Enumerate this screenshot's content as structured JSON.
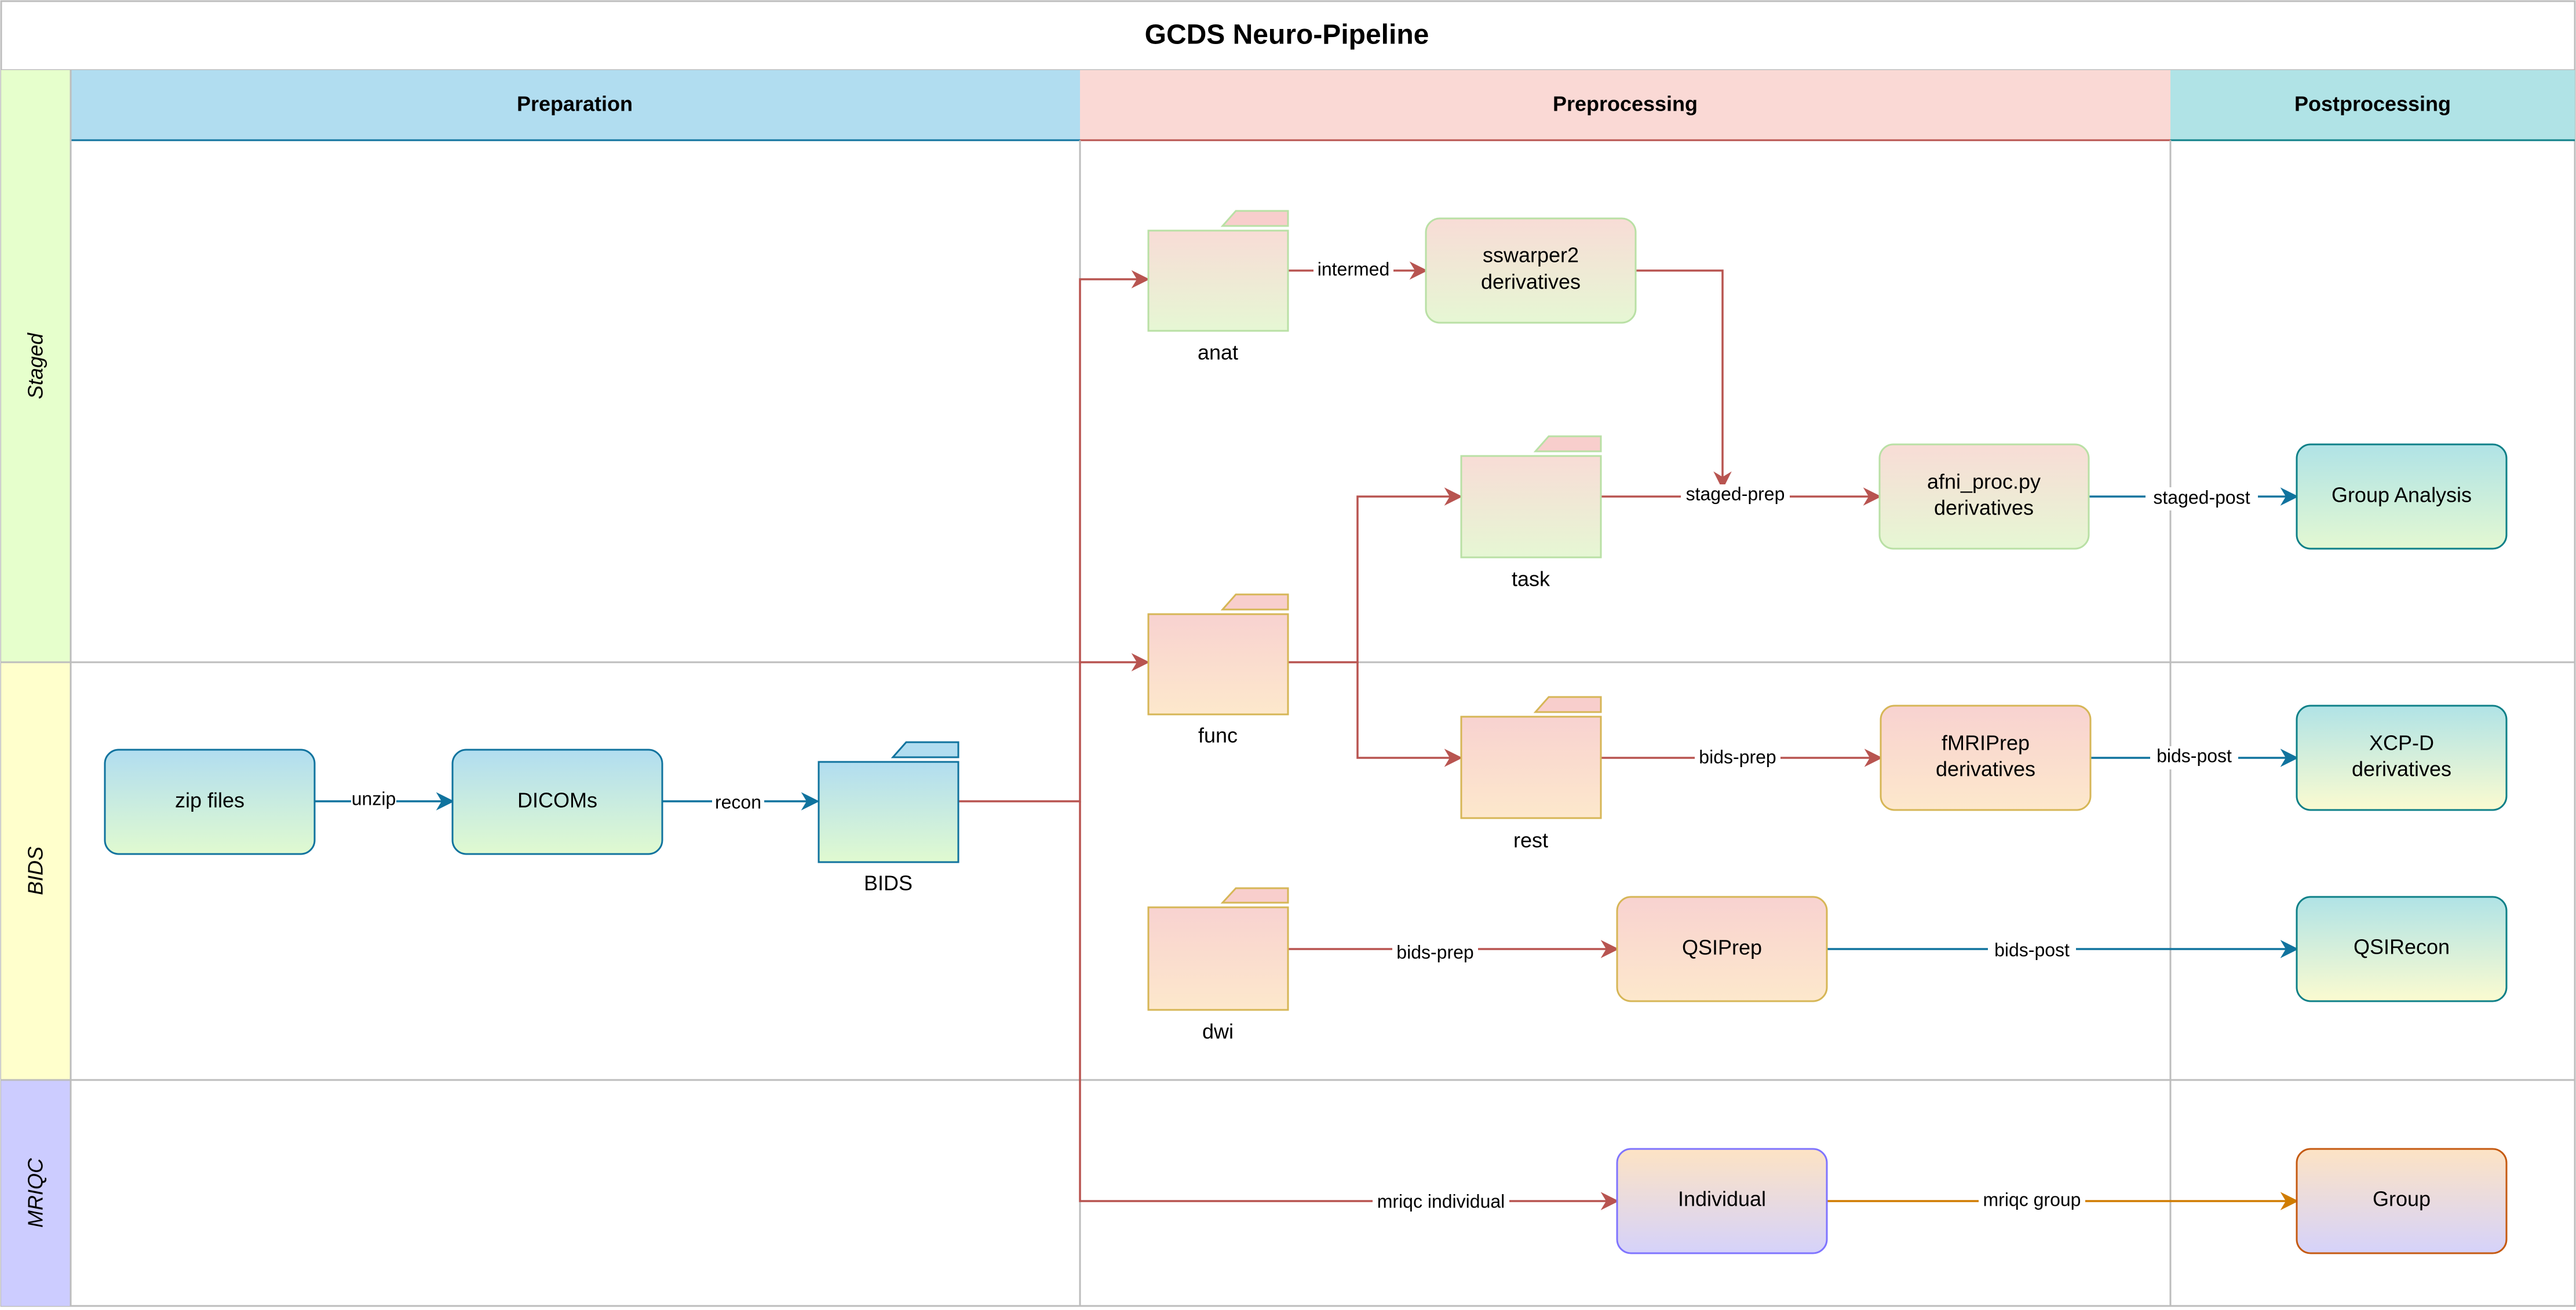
{
  "title": "GCDS Neuro-Pipeline",
  "columns": [
    {
      "id": "preparation",
      "label": "Preparation",
      "color": "#b1ddf0"
    },
    {
      "id": "preprocessing",
      "label": "Preprocessing",
      "color": "#fad9d5"
    },
    {
      "id": "postprocessing",
      "label": "Postprocessing",
      "color": "#b0e3e6"
    }
  ],
  "rows": [
    {
      "id": "staged",
      "label": "Staged",
      "color": "#e6ffcc"
    },
    {
      "id": "bids",
      "label": "BIDS",
      "color": "#ffffcc"
    },
    {
      "id": "mriqc",
      "label": "MRIQC",
      "color": "#ccccff"
    }
  ],
  "nodes": {
    "zip_files": "zip files",
    "dicoms": "DICOMs",
    "bids": "BIDS",
    "anat": "anat",
    "func": "func",
    "dwi": "dwi",
    "task": "task",
    "rest": "rest",
    "sswarper2_line1": "sswarper2",
    "sswarper2_line2": "derivatives",
    "afni_line1": "afni_proc.py",
    "afni_line2": "derivatives",
    "fmriprep_line1": "fMRIPrep",
    "fmriprep_line2": "derivatives",
    "qsiprep": "QSIPrep",
    "individual": "Individual",
    "group_analysis": "Group Analysis",
    "xcpd_line1": "XCP-D",
    "xcpd_line2": "derivatives",
    "qsirecon": "QSIRecon",
    "group": "Group"
  },
  "edges": {
    "unzip": "unzip",
    "recon": "recon",
    "intermed": "intermed",
    "staged_prep": "staged-prep",
    "staged_post": "staged-post",
    "bids_prep_rest": "bids-prep",
    "bids_post_xcpd": "bids-post",
    "bids_prep_dwi": "bids-prep",
    "bids_post_qsi": "bids-post",
    "mriqc_individual": "mriqc individual",
    "mriqc_group": "mriqc group"
  },
  "colors": {
    "red_arrow": "#b85450",
    "teal_arrow": "#10739e",
    "orange_arrow": "#d07c00"
  }
}
